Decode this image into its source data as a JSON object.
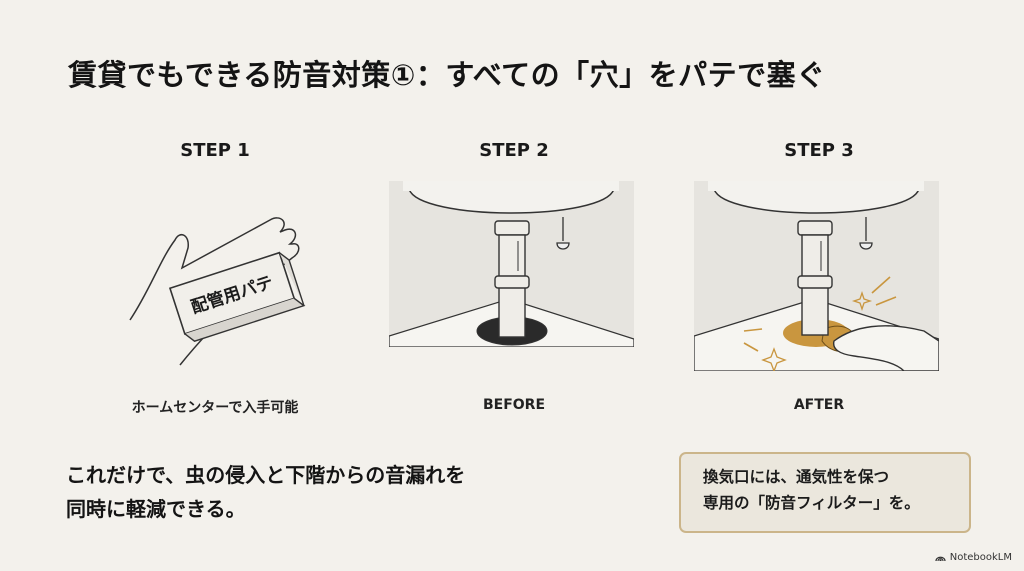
{
  "title": "賃貸でもできる防音対策①：すべての「穴」をパテで塞ぐ",
  "steps": [
    {
      "label": "STEP 1",
      "caption": "ホームセンターで入手可能",
      "illustration": "hand-holding-putty",
      "product_label": "配管用パテ"
    },
    {
      "label": "STEP 2",
      "caption": "BEFORE",
      "illustration": "pipe-with-gap"
    },
    {
      "label": "STEP 3",
      "caption": "AFTER",
      "illustration": "pipe-sealed-with-putty"
    }
  ],
  "main_text": {
    "line1": "これだけで、虫の侵入と下階からの音漏れを",
    "line2": "同時に軽減できる。"
  },
  "note": {
    "line1": "換気口には、通気性を保つ",
    "line2": "専用の「防音フィルター」を。"
  },
  "brand": {
    "icon": "notebooklm-logo-icon",
    "name": "NotebookLM"
  },
  "colors": {
    "background": "#f3f1ec",
    "putty": "#c9963f",
    "note_border": "#cbb58a",
    "note_bg": "#ebe7dd",
    "panel_bg": "#e6e4df"
  }
}
